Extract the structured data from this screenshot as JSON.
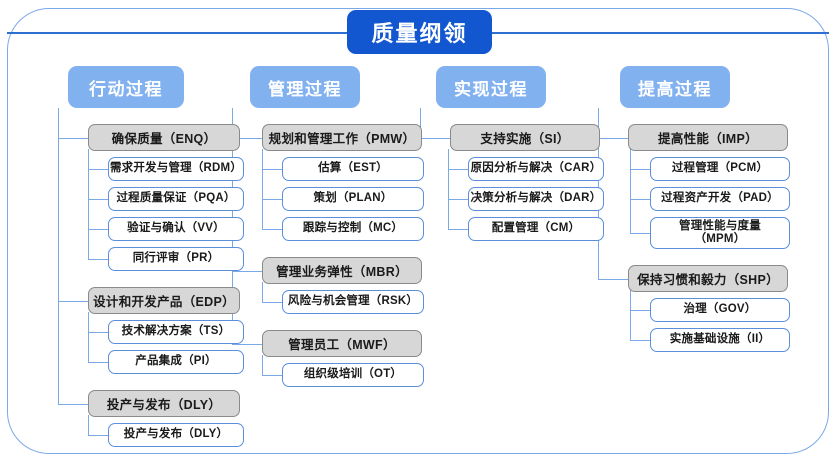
{
  "title": "质量纲领",
  "columns": [
    {
      "header": "行动过程",
      "groups": [
        {
          "label": "确保质量（ENQ）",
          "children": [
            "需求开发与管理（RDM）",
            "过程质量保证（PQA）",
            "验证与确认（VV）",
            "同行评审（PR）"
          ]
        },
        {
          "label": "设计和开发产品（EDP）",
          "children": [
            "技术解决方案（TS）",
            "产品集成（PI）"
          ]
        },
        {
          "label": "投产与发布（DLY）",
          "children": [
            "投产与发布（DLY）"
          ]
        }
      ]
    },
    {
      "header": "管理过程",
      "groups": [
        {
          "label": "规划和管理工作（PMW）",
          "children": [
            "估算（EST）",
            "策划（PLAN）",
            "跟踪与控制（MC）"
          ]
        },
        {
          "label": "管理业务弹性（MBR）",
          "children": [
            "风险与机会管理（RSK）"
          ]
        },
        {
          "label": "管理员工（MWF）",
          "children": [
            "组织级培训（OT）"
          ]
        }
      ]
    },
    {
      "header": "实现过程",
      "groups": [
        {
          "label": "支持实施（SI）",
          "children": [
            "原因分析与解决（CAR）",
            "决策分析与解决（DAR）",
            "配置管理（CM）"
          ]
        }
      ]
    },
    {
      "header": "提高过程",
      "groups": [
        {
          "label": "提高性能（IMP）",
          "children": [
            "过程管理（PCM）",
            "过程资产开发（PAD）",
            "管理性能与度量\n（MPM）"
          ]
        },
        {
          "label": "保持习惯和毅力（SHP）",
          "children": [
            "治理（GOV）",
            "实施基础设施（II）"
          ]
        }
      ]
    }
  ],
  "colors": {
    "title_bg": "#1257cf",
    "header_bg": "#82b1f0",
    "group_bg": "#d7d7d7",
    "group_border": "#8a8a8a",
    "leaf_border": "#5b8fd9",
    "line": "#7aa9e8",
    "frame": "#7aa9e8"
  }
}
